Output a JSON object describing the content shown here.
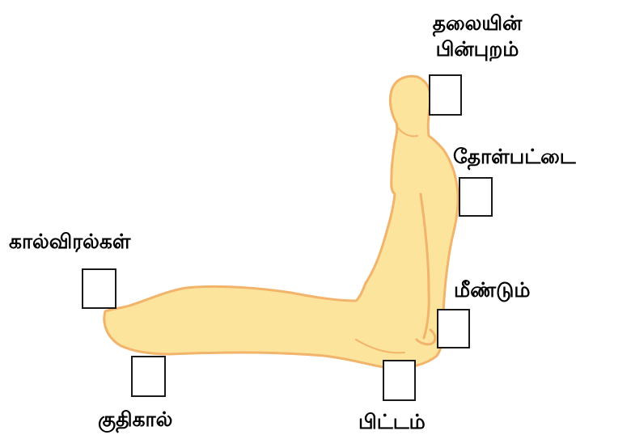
{
  "colors": {
    "skin_fill": "#FCE49C",
    "skin_outline": "#F2B36B",
    "marker_stroke": "#1a1a1a",
    "label_text": "#000000"
  },
  "labels": {
    "head_back_line1": "தலையின்",
    "head_back_line2": "பின்புறம்",
    "shoulder": "தோள்பட்டை",
    "toes": "கால்விரல்கள்",
    "back": "மீண்டும்",
    "heel": "குதிகால்",
    "buttocks": "பிட்டம்"
  }
}
